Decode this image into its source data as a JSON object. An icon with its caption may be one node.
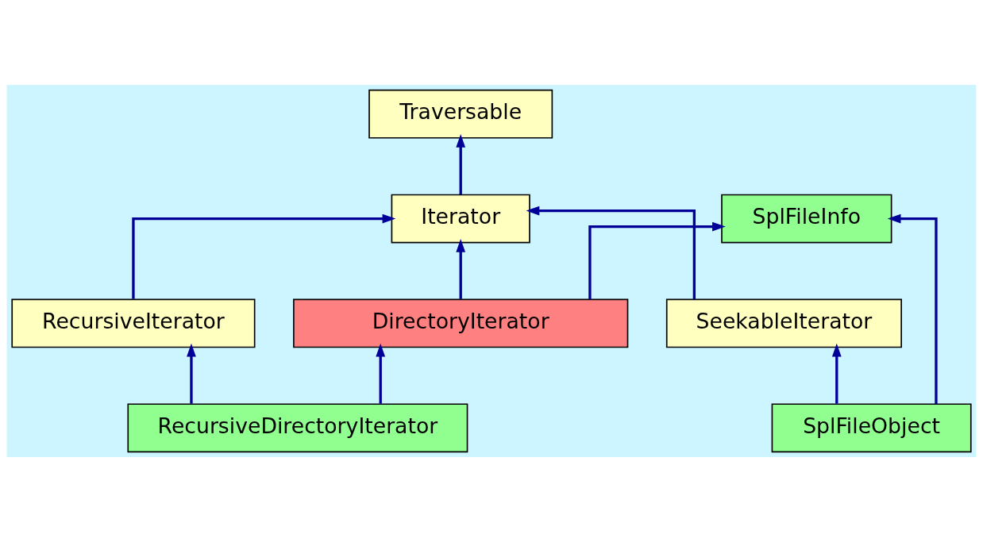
{
  "diagram": {
    "nodes": [
      {
        "text": [
          "Traversable"
        ]
      },
      {
        "text": [
          "Iterator"
        ]
      },
      {
        "text": [
          "SplFileInfo"
        ]
      },
      {
        "text": [
          "SeekableIterator"
        ]
      },
      {
        "text": [
          "RecursiveIterator"
        ]
      },
      {
        "text": [
          "DirectoryIterator"
        ]
      },
      {
        "text": [
          "RecursiveDirectoryIterator"
        ]
      },
      {
        "text": [
          "SplFileObject"
        ]
      }
    ],
    "edges": [
      {
        "from": 1,
        "to": 0,
        "arrow": "to"
      },
      {
        "from": 4,
        "to": 1,
        "arrow": "to"
      },
      {
        "from": 5,
        "to": 1,
        "arrow": "to"
      },
      {
        "from": 3,
        "to": 1,
        "arrow": "to"
      },
      {
        "from": 5,
        "to": 2,
        "arrow": "to"
      },
      {
        "from": 7,
        "to": 2,
        "arrow": "to"
      },
      {
        "from": 7,
        "to": 3,
        "arrow": "to"
      },
      {
        "from": 6,
        "to": 4,
        "arrow": "to"
      },
      {
        "from": 6,
        "to": 5,
        "arrow": "to"
      }
    ]
  }
}
